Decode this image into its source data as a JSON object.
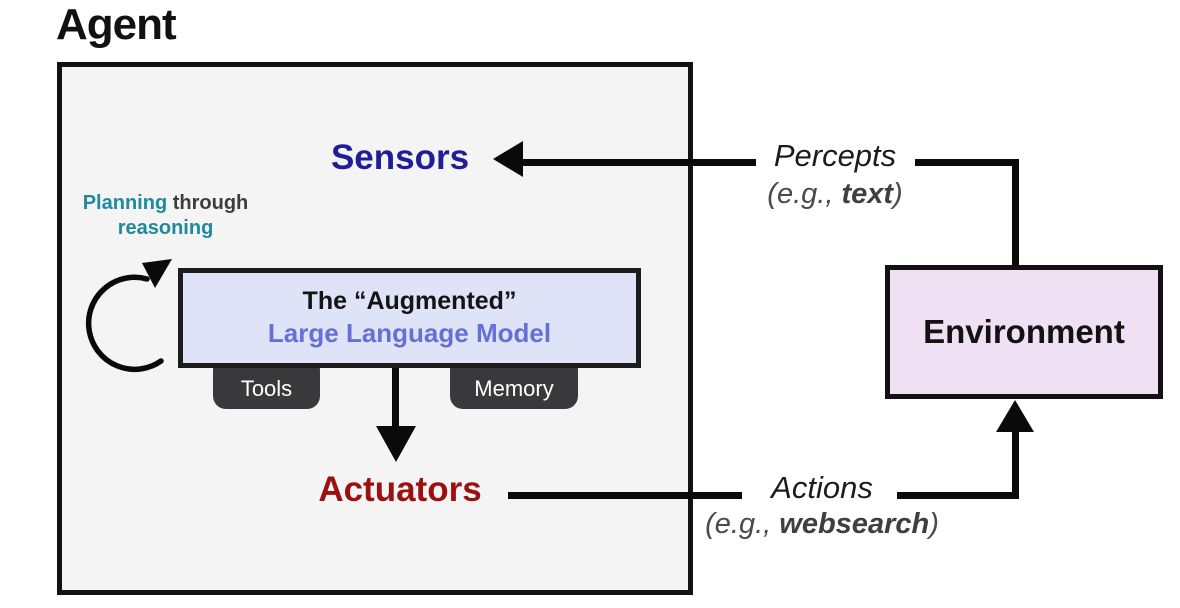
{
  "title": "Agent",
  "agent": {
    "sensors_label": "Sensors",
    "actuators_label": "Actuators",
    "planning": {
      "word1": "Planning",
      "word2": " through",
      "line2": "reasoning"
    },
    "llm": {
      "line1": "The “Augmented”",
      "line2": "Large Language Model"
    },
    "tabs": {
      "tools": "Tools",
      "memory": "Memory"
    }
  },
  "environment": {
    "label": "Environment"
  },
  "percepts": {
    "label": "Percepts",
    "sub_prefix": "(e.g., ",
    "sub_bold": "text",
    "sub_suffix": ")"
  },
  "actions": {
    "label": "Actions",
    "sub_prefix": "(e.g., ",
    "sub_bold": "websearch",
    "sub_suffix": ")"
  },
  "colors": {
    "sensors_color": "#211d98",
    "actuators_color": "#9b1111",
    "planning_color": "#1f8a9e",
    "llm_accent": "#6470d5",
    "llm_fill": "#dfe3f7",
    "env_fill": "#f0e0f4",
    "tab_fill": "#39393b",
    "agent_fill": "#f4f4f5",
    "line_color": "#0a0a0a"
  }
}
